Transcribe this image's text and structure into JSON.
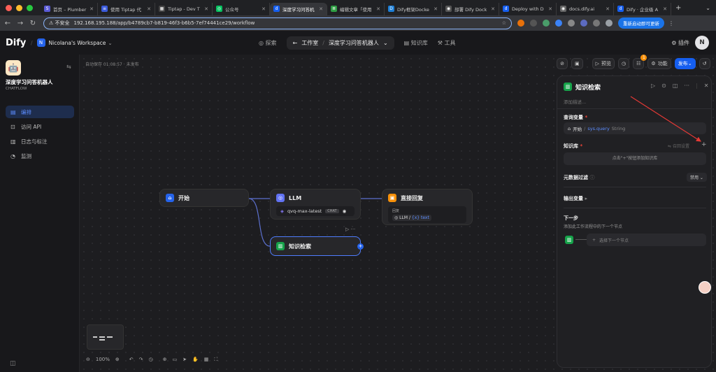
{
  "browser": {
    "tabs": [
      {
        "label": "首页 – Plumber",
        "icon_color": "#5b5bd6",
        "icon_char": "S"
      },
      {
        "label": "使用 Tiptap 代",
        "icon_color": "#3b5bdb",
        "icon_char": "≡"
      },
      {
        "label": "Tiptap - Dev T",
        "icon_color": "#444",
        "icon_char": "▦"
      },
      {
        "label": "公众号",
        "icon_color": "#07c160",
        "icon_char": "◎"
      },
      {
        "label": "深度学习问答机",
        "icon_color": "#155eef",
        "icon_char": "d"
      },
      {
        "label": "编辑文章「使用",
        "icon_color": "#2f9e44",
        "icon_char": "≣"
      },
      {
        "label": "Dify框架Docke",
        "icon_color": "#1c7ed6",
        "icon_char": "D"
      },
      {
        "label": "部署 Dify Dock",
        "icon_color": "#555",
        "icon_char": "◉"
      },
      {
        "label": "Deploy with D",
        "icon_color": "#155eef",
        "icon_char": "d"
      },
      {
        "label": "docs.dify.ai",
        "icon_color": "#666",
        "icon_char": "◉"
      },
      {
        "label": "Dify · 企业级 A",
        "icon_color": "#155eef",
        "icon_char": "d"
      }
    ],
    "active_tab": 4,
    "security_label": "不安全",
    "url": "192.168.195.188/app/b4789cb7-b819-46f3-b6b5-7ef74441ce29/workflow",
    "restart_label": "重新启动即可更新"
  },
  "header": {
    "logo": "Dify",
    "workspace": "Nicolana's Workspace",
    "workspace_initial": "N",
    "nav_explore": "探索",
    "nav_studio": "工作室",
    "current_app": "深度学习问答机器人",
    "nav_knowledge": "知识库",
    "nav_tools": "工具",
    "plugins": "插件",
    "user_initial": "N"
  },
  "sidebar": {
    "app_name": "深度学习问答机器人",
    "app_type": "CHATFLOW",
    "items": [
      {
        "label": "编排",
        "icon": "layout-icon",
        "glyph": "▤"
      },
      {
        "label": "访问 API",
        "icon": "api-icon",
        "glyph": "⊡"
      },
      {
        "label": "日志与标注",
        "icon": "log-icon",
        "glyph": "▥"
      },
      {
        "label": "监测",
        "icon": "monitor-icon",
        "glyph": "◔"
      }
    ]
  },
  "canvas": {
    "autosave": "自动保存 01:08:57 · 未发布",
    "nodes": {
      "start": "开始",
      "llm": "LLM",
      "llm_model": "qvq-max-latest",
      "llm_tag": "CHAT",
      "answer": "直接回复",
      "answer_label": "回复",
      "answer_var_src": "LLM",
      "answer_var": "{x} text",
      "knowledge": "知识检索"
    },
    "zoom": "100%"
  },
  "toolbar": {
    "preview": "预览",
    "features": "功能",
    "publish": "发布",
    "badge": "1"
  },
  "panel": {
    "title": "知识检索",
    "add_desc": "添加描述...",
    "query_var_label": "查询变量",
    "query_var_src": "开始",
    "query_var": "sys.query",
    "query_var_type": "String",
    "knowledge_label": "知识库",
    "recall_settings": "召回设置",
    "knowledge_hint": "点击\"+\"按钮添加知识库",
    "metadata_label": "元数据过滤",
    "metadata_value": "禁用",
    "output_label": "输出变量",
    "next_step": "下一步",
    "next_step_desc": "添加此工作流程中的下一个节点",
    "select_next": "选择下一个节点"
  }
}
